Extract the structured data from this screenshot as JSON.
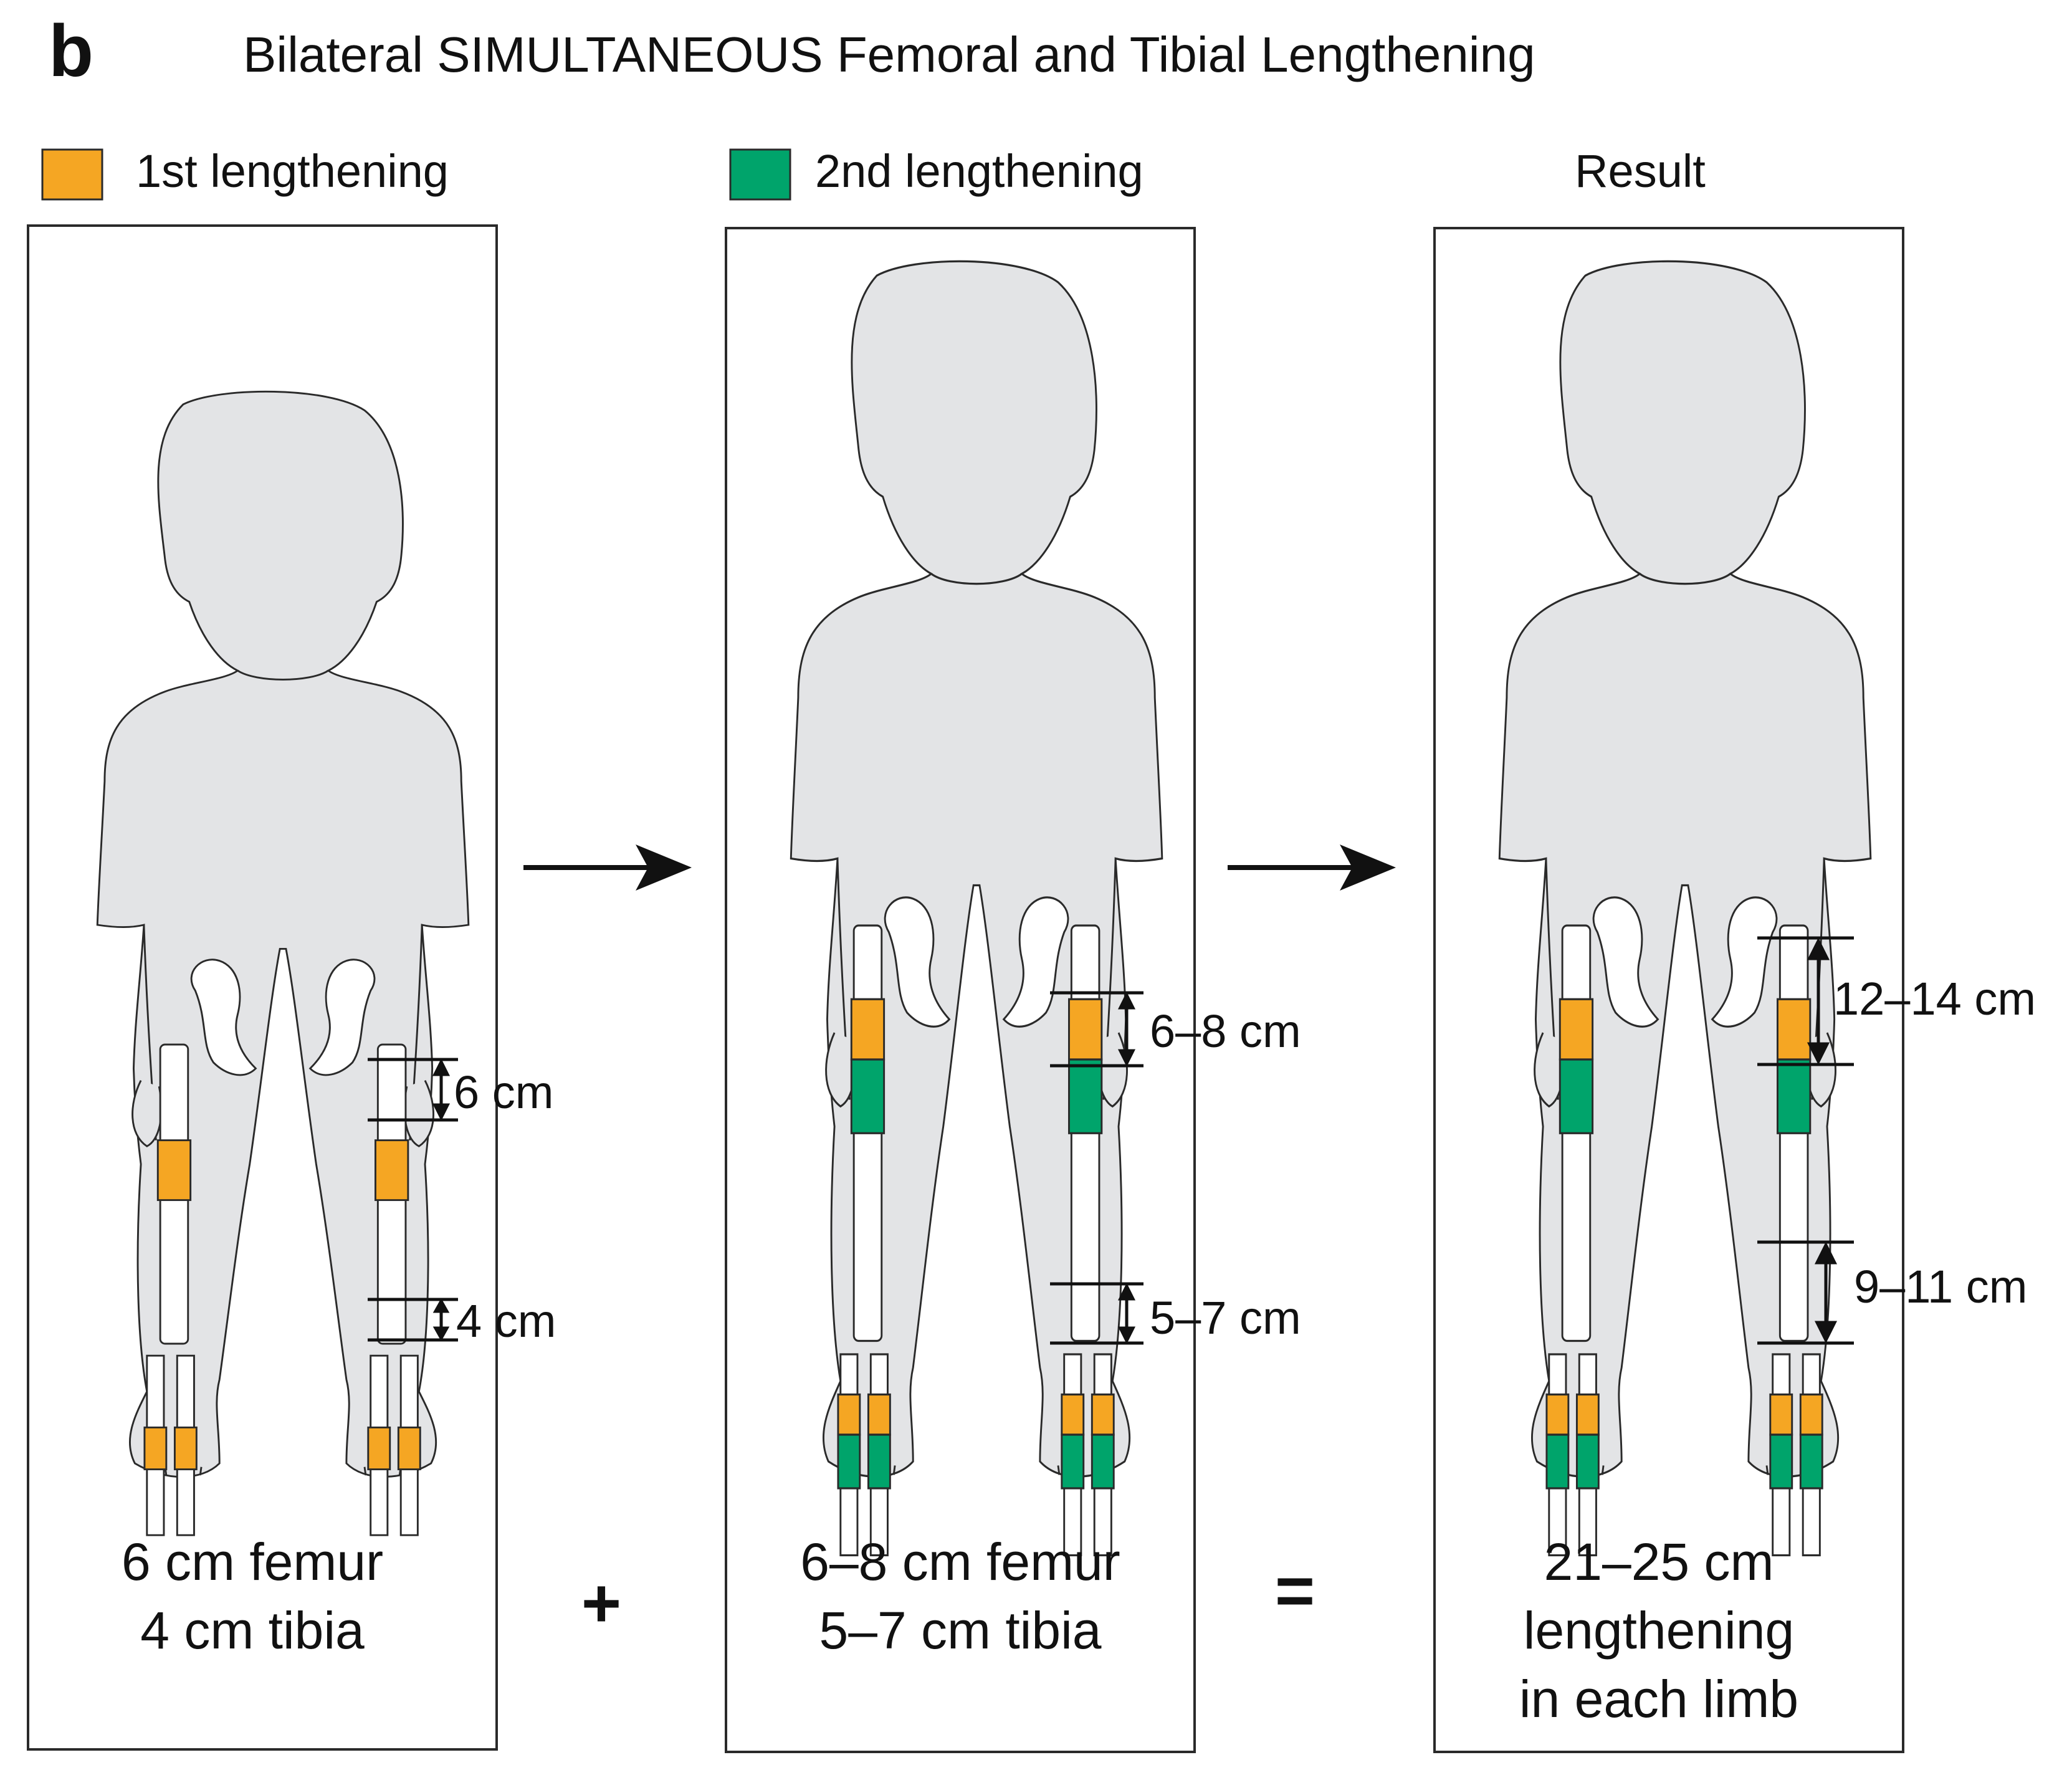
{
  "panel_letter": "b",
  "title": "Bilateral SIMULTANEOUS Femoral and Tibial Lengthening",
  "legend": {
    "first": "1st lengthening",
    "second": "2nd lengthening",
    "result": "Result"
  },
  "colors": {
    "first": "#F5A623",
    "second": "#00A46B",
    "body": "#E3E4E6",
    "outline": "#2a2a2a"
  },
  "panel1": {
    "femur_measure": "6 cm",
    "tibia_measure": "4 cm",
    "caption_line1": "6 cm femur",
    "caption_line2": "4 cm tibia"
  },
  "panel2": {
    "femur_measure": "6–8 cm",
    "tibia_measure": "5–7 cm",
    "caption_line1": "6–8 cm femur",
    "caption_line2": "5–7 cm tibia"
  },
  "panel3": {
    "femur_measure": "12–14 cm",
    "tibia_measure": "9–11 cm",
    "caption_line1": "21–25 cm",
    "caption_line2": "lengthening",
    "caption_line3": "in each limb"
  },
  "operators": {
    "plus": "+",
    "equals": "="
  }
}
